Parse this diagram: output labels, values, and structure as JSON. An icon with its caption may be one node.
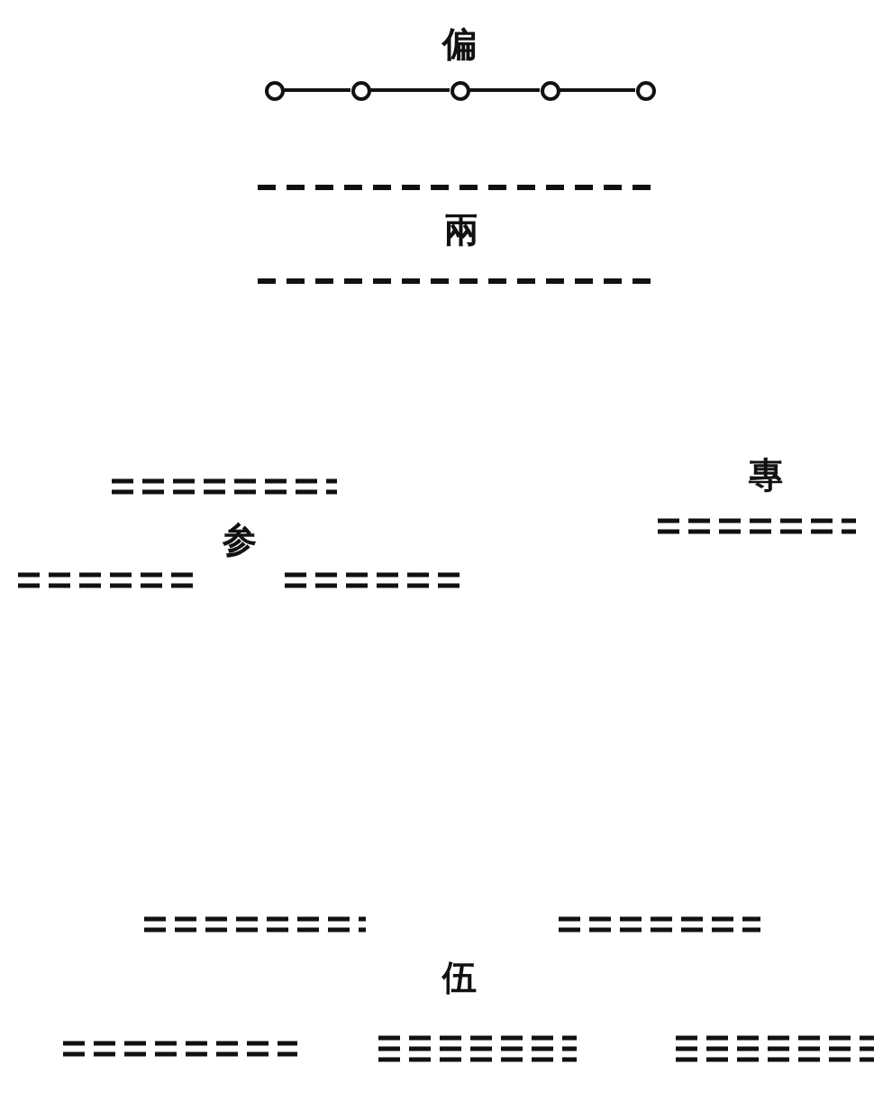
{
  "diagram": {
    "nodes": [
      {
        "text": [],
        "shape": "circle"
      },
      {
        "text": [],
        "shape": "circle"
      },
      {
        "text": [],
        "shape": "circle"
      },
      {
        "text": [],
        "shape": "circle"
      },
      {
        "text": [],
        "shape": "circle"
      }
    ],
    "edges": [
      {
        "from": 0,
        "to": 1,
        "arrow": "none"
      },
      {
        "from": 1,
        "to": 2,
        "arrow": "none"
      },
      {
        "from": 2,
        "to": 3,
        "arrow": "none"
      },
      {
        "from": 3,
        "to": 4,
        "arrow": "none"
      }
    ],
    "labels": [
      "偏",
      "兩",
      "参",
      "專",
      "伍"
    ]
  }
}
